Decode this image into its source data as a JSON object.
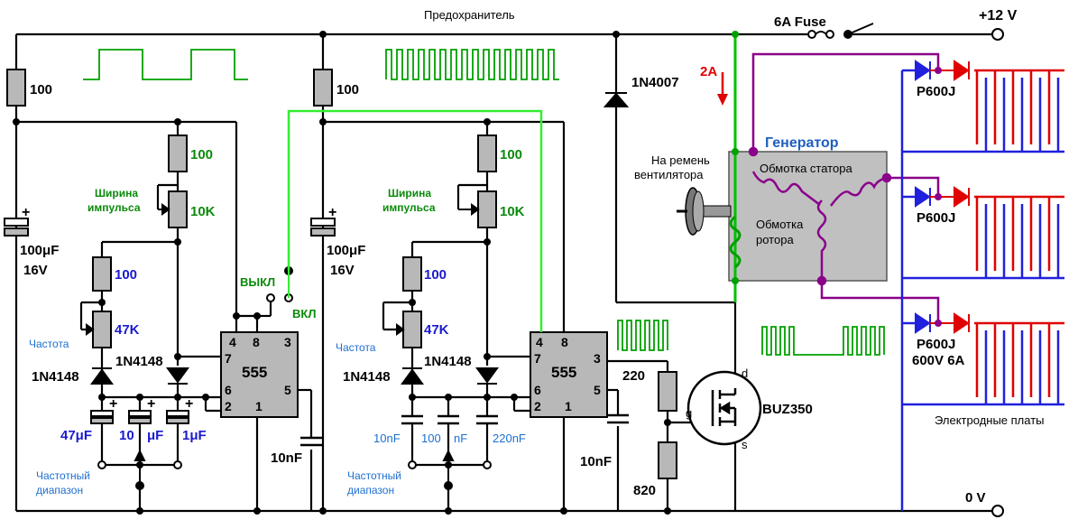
{
  "labels": {
    "fuse_top": "Предохранитель",
    "fuse_6a": "6A Fuse",
    "supply_pos": "+12 V",
    "ground": "0 V",
    "current": "2A",
    "diode_1n4007": "1N4007",
    "r100": "100",
    "cap_100uf": "100μF",
    "cap_16v": "16V",
    "r100_green": "100",
    "r10k": "10K",
    "pulse_width_1": "Ширина",
    "pulse_width_2": "импульса",
    "r100_blue": "100",
    "r47k": "47K",
    "frequency": "Частота",
    "diode_1n4148": "1N4148",
    "cap_47uf": "47μF",
    "cap_10uf_a": "10",
    "cap_10uf_b": "μF",
    "cap_1uf": "1μF",
    "freq_range_1": "Частотный",
    "freq_range_2": "диапазон",
    "cap_10nf": "10nF",
    "cap_100nf_a": "100",
    "cap_100nf_b": "nF",
    "cap_220nf": "220nF",
    "switch_off": "ВЫКЛ",
    "switch_on": "ВКЛ",
    "chip_555": "555",
    "pin_4": "4",
    "pin_8": "8",
    "pin_3": "3",
    "pin_7": "7",
    "pin_6": "6",
    "pin_2": "2",
    "pin_1": "1",
    "pin_5": "5",
    "r220": "220",
    "r820": "820",
    "mosfet": "BUZ350",
    "pin_d": "d",
    "pin_g": "g",
    "pin_s": "s",
    "generator": "Генератор",
    "belt_1": "На ремень",
    "belt_2": "вентилятора",
    "stator": "Обмотка статора",
    "rotor_1": "Обмотка",
    "rotor_2": "ротора",
    "diode_p600j": "P600J",
    "rating": "600V 6A",
    "plates": "Электродные платы"
  },
  "colors": {
    "wire": "#000000",
    "green_wire": "#00c000",
    "bright_green": "#33ee33",
    "purple": "#8a008a",
    "blue_wire": "#2020dd",
    "red": "#e00000",
    "component": "#b8b8b8",
    "generator_box": "#c0c0c0"
  }
}
